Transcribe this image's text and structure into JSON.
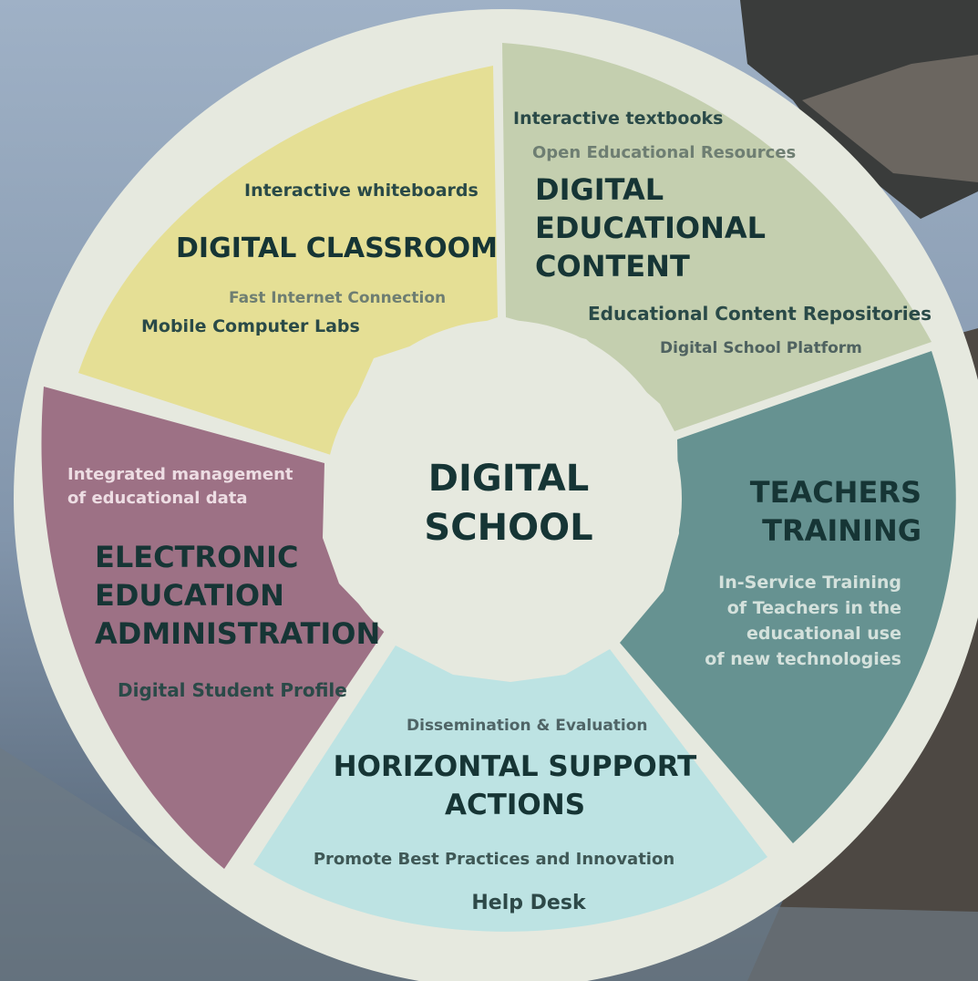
{
  "center": {
    "line1": "DIGITAL",
    "line2": "SCHOOL"
  },
  "segments": {
    "classroom": {
      "title": "DIGITAL CLASSROOM",
      "items": [
        "Interactive whiteboards",
        "Fast Internet Connection",
        "Mobile Computer Labs"
      ],
      "color": "#e5df95"
    },
    "content": {
      "title_lines": [
        "DIGITAL",
        "EDUCATIONAL",
        "CONTENT"
      ],
      "items": [
        "Interactive textbooks",
        "Open Educational Resources",
        "Educational Content Repositories",
        "Digital School Platform"
      ],
      "color": "#c4cfaf"
    },
    "training": {
      "title_lines": [
        "TEACHERS",
        "TRAINING"
      ],
      "items": [
        "In-Service Training",
        "of Teachers in the",
        "educational use",
        "of new technologies"
      ],
      "color": "#669291"
    },
    "support": {
      "title_lines": [
        "HORIZONTAL SUPPORT",
        "ACTIONS"
      ],
      "items": [
        "Dissemination & Evaluation",
        "Promote Best Practices and Innovation",
        "Help Desk"
      ],
      "color": "#bde3e3"
    },
    "administration": {
      "title_lines": [
        "ELECTRONIC",
        "EDUCATION",
        "ADMINISTRATION"
      ],
      "items": [
        "Integrated management",
        "of educational data",
        "Digital Student Profile"
      ],
      "color": "#9d7185"
    }
  },
  "ring_color": "#e6e9df"
}
